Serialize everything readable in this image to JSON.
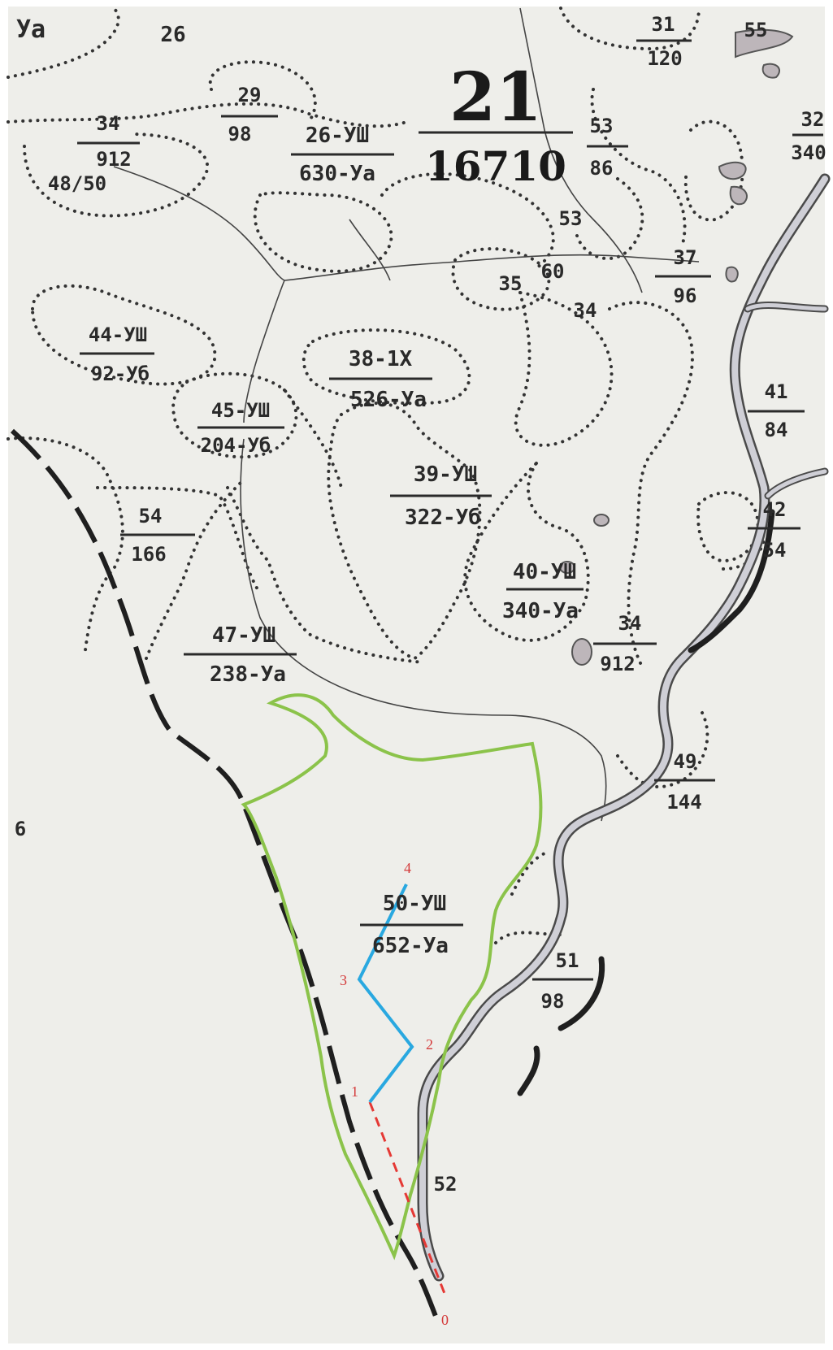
{
  "map": {
    "block_number": "21",
    "block_area": "16710",
    "colors": {
      "paper": "#eeeeea",
      "frame": "#ffffff",
      "plot_outline": "#8bc34a",
      "traverse": "#29a8e0",
      "tie_line": "#e53935",
      "point_labels": "#d43a3a",
      "river": "#cfcfd6",
      "ink": "#2a2a2a"
    },
    "compartments": [
      {
        "id": "c-ua",
        "top": "Уа",
        "bottom": ""
      },
      {
        "id": "c-26",
        "top": "26",
        "bottom": ""
      },
      {
        "id": "c-29",
        "top": "29",
        "bottom": "98"
      },
      {
        "id": "c-34a",
        "top": "34",
        "bottom": "912"
      },
      {
        "id": "c-48",
        "top": "48/50",
        "bottom": ""
      },
      {
        "id": "c-26u",
        "top": "26-УШ",
        "bottom": "630-Уа"
      },
      {
        "id": "c-31",
        "top": "31",
        "bottom": "120"
      },
      {
        "id": "c-55",
        "top": "55",
        "bottom": ""
      },
      {
        "id": "c-32",
        "top": "32",
        "bottom": "340"
      },
      {
        "id": "c-53a",
        "top": "53",
        "bottom": "86"
      },
      {
        "id": "c-53b",
        "top": "53",
        "bottom": ""
      },
      {
        "id": "c-35",
        "top": "35",
        "bottom": ""
      },
      {
        "id": "c-60",
        "top": "60",
        "bottom": ""
      },
      {
        "id": "c-34b",
        "top": "34",
        "bottom": ""
      },
      {
        "id": "c-37",
        "top": "37",
        "bottom": "96"
      },
      {
        "id": "c-44",
        "top": "44-УШ",
        "bottom": "92-Уб"
      },
      {
        "id": "c-38",
        "top": "38-1Х",
        "bottom": "526-Уа"
      },
      {
        "id": "c-45",
        "top": "45-УШ",
        "bottom": "204-Уб"
      },
      {
        "id": "c-41",
        "top": "41",
        "bottom": "84"
      },
      {
        "id": "c-39",
        "top": "39-УШ",
        "bottom": "322-Уб"
      },
      {
        "id": "c-54",
        "top": "54",
        "bottom": "166"
      },
      {
        "id": "c-42",
        "top": "42",
        "bottom": "54"
      },
      {
        "id": "c-40",
        "top": "40-УШ",
        "bottom": "340-Уа"
      },
      {
        "id": "c-34c",
        "top": "34",
        "bottom": "912"
      },
      {
        "id": "c-47",
        "top": "47-УШ",
        "bottom": "238-Уа"
      },
      {
        "id": "c-49",
        "top": "49",
        "bottom": "144"
      },
      {
        "id": "c-6",
        "top": "6",
        "bottom": ""
      },
      {
        "id": "c-50",
        "top": "50-УШ",
        "bottom": "652-Уа"
      },
      {
        "id": "c-51",
        "top": "51",
        "bottom": "98"
      },
      {
        "id": "c-52",
        "top": "52",
        "bottom": ""
      }
    ],
    "traverse_points": [
      "0",
      "1",
      "2",
      "3",
      "4"
    ]
  }
}
